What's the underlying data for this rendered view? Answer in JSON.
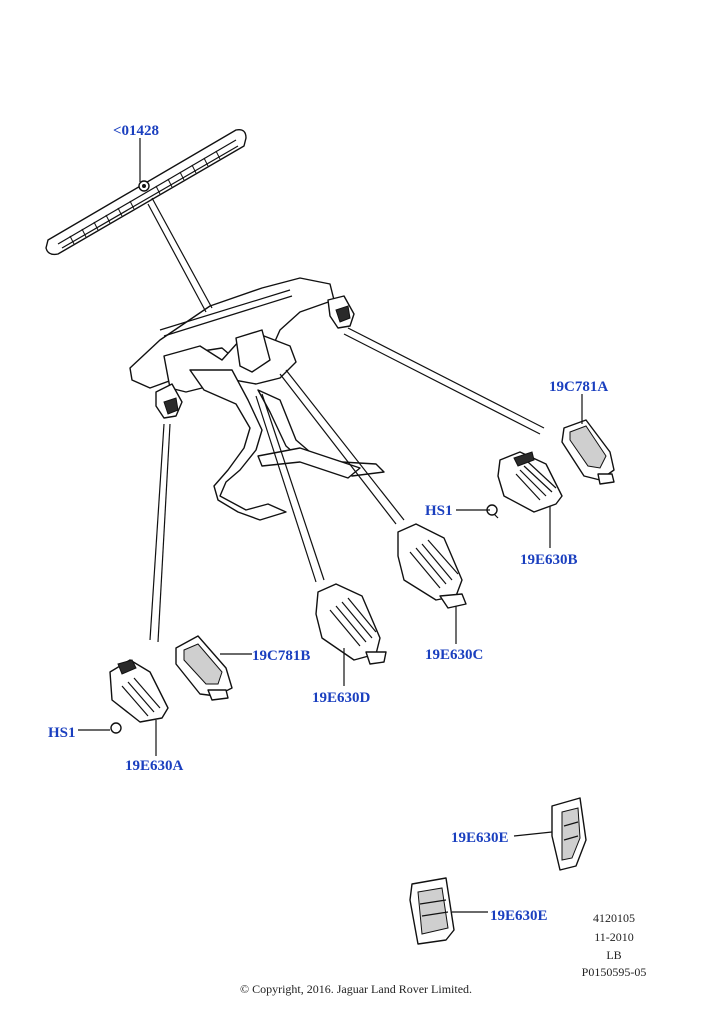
{
  "callouts": {
    "bar_01428": "<01428",
    "c781a": "19C781A",
    "hs1_right": "HS1",
    "e630b": "19E630B",
    "e630c": "19E630C",
    "c781b": "19C781B",
    "e630d": "19E630D",
    "hs1_left": "HS1",
    "e630a": "19E630A",
    "e630e_top": "19E630E",
    "e630e_bottom": "19E630E"
  },
  "meta": {
    "ref_number": "4120105",
    "date": "11-2010",
    "market": "LB",
    "illustration_id": "P0150595-05"
  },
  "copyright": "© Copyright, 2016. Jaguar Land Rover Limited.",
  "colors": {
    "callout": "#1a3fbf",
    "ink": "#111111"
  }
}
